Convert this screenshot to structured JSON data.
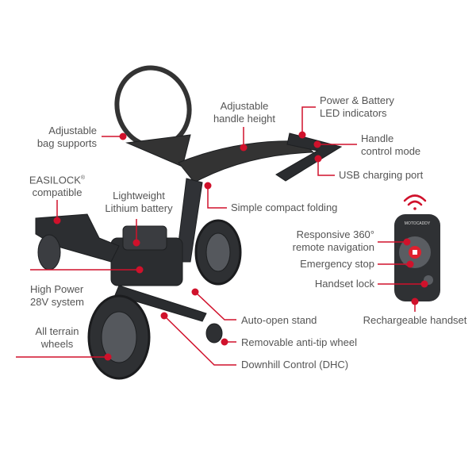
{
  "accent_color": "#d0112b",
  "callouts": {
    "bag_supports": [
      "Adjustable",
      "bag supports"
    ],
    "handle_height": [
      "Adjustable",
      "handle height"
    ],
    "led": [
      "Power & Battery",
      "LED indicators"
    ],
    "handle_mode": [
      "Handle",
      "control mode"
    ],
    "usb": "USB charging port",
    "easilock": [
      "EASILOCK",
      "®",
      "compatible"
    ],
    "battery": [
      "Lightweight",
      "Lithium battery"
    ],
    "folding": "Simple compact folding",
    "remote_nav": [
      "Responsive 360°",
      "remote navigation"
    ],
    "emergency_stop": "Emergency stop",
    "handset_lock": "Handset lock",
    "rechargeable": "Rechargeable handset",
    "power": [
      "High Power",
      "28V system"
    ],
    "stand": "Auto-open stand",
    "anti_tip": "Removable anti-tip wheel",
    "terrain": [
      "All terrain",
      "wheels"
    ],
    "dhc": "Downhill Control (DHC)"
  },
  "handset": {
    "brand": "MOTOCADDY"
  }
}
